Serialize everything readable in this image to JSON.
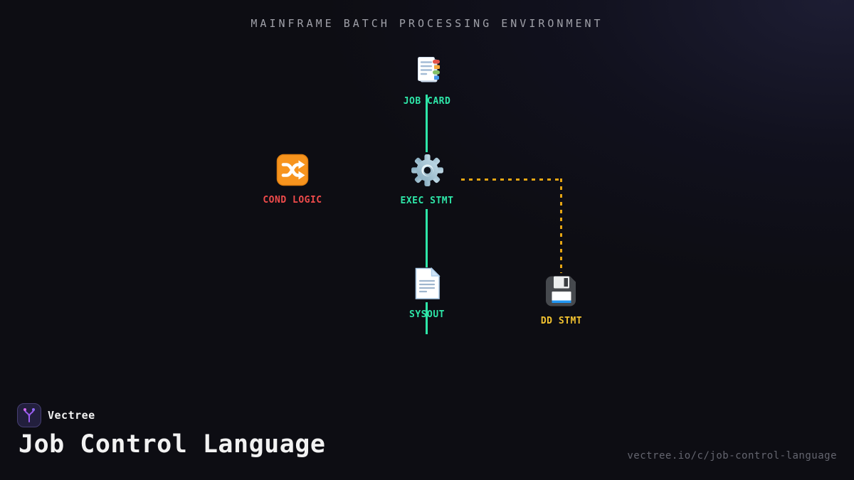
{
  "title": "MAINFRAME BATCH PROCESSING ENVIRONMENT",
  "diagram": {
    "nodes": [
      {
        "id": "job-card",
        "label": "JOB CARD",
        "icon": "bookmark-tabs-icon",
        "color": "#2ee6a8"
      },
      {
        "id": "cond-logic",
        "label": "COND LOGIC",
        "icon": "shuffle-icon",
        "color": "#ef4b4b"
      },
      {
        "id": "exec-stmt",
        "label": "EXEC STMT",
        "icon": "gear-icon",
        "color": "#2ee6a8"
      },
      {
        "id": "sysout",
        "label": "SYSOUT",
        "icon": "page-icon",
        "color": "#2ee6a8"
      },
      {
        "id": "dd-stmt",
        "label": "DD STMT",
        "icon": "floppy-disk-icon",
        "color": "#f2c230"
      }
    ],
    "edges": [
      {
        "from": "job-card",
        "to": "exec-stmt",
        "style": "solid",
        "color": "#2ee6a8"
      },
      {
        "from": "exec-stmt",
        "to": "sysout",
        "style": "solid",
        "color": "#2ee6a8"
      },
      {
        "from": "exec-stmt",
        "to": "dd-stmt",
        "style": "dashed",
        "color": "#e5a513"
      }
    ]
  },
  "footer": {
    "brand": "Vectree",
    "page_title": "Job Control Language",
    "url": "vectree.io/c/job-control-language"
  },
  "colors": {
    "background": "#0d0d13",
    "background_glow": "#1d1d33",
    "title_text": "#9fa0a8",
    "edge_green": "#2ee6a8",
    "edge_gold": "#e5a513",
    "footer_text": "#f2f2f2",
    "url_text": "#64656f",
    "logo_bg": "#221f3d",
    "logo_border": "#453e72",
    "logo_stroke": "#9a5cf0"
  }
}
